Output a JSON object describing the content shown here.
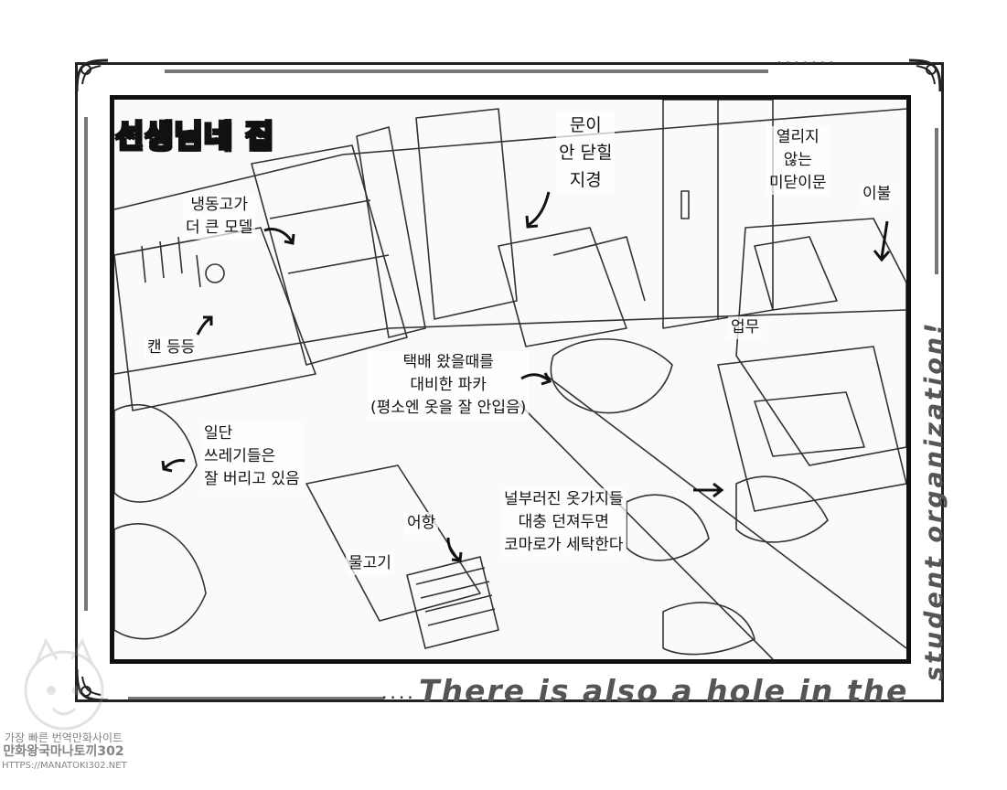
{
  "page": {
    "title": "선생님네 집",
    "caption_bottom": "There is also a hole in the",
    "caption_side": "student organization!",
    "dots_left": "....",
    "dots_top": ".......",
    "watermark": {
      "line1": "가장 빠른 번역만화사이트",
      "line2": "만화왕국마나토끼302",
      "line3": "HTTPS://MANATOKI302.NET"
    }
  },
  "notes": {
    "freezer": "냉동고가\n더 큰 모델",
    "door": "문이\n안 닫힐\n지경",
    "sliding_door": "열리지\n않는\n미닫이문",
    "blanket": "이불",
    "cans": "캔 등등",
    "work": "업무",
    "parka": "택배 왔을때를\n대비한 파카\n(평소엔 옷을 잘 안입음)",
    "trash": "일단\n쓰레기들은\n잘 버리고 있음",
    "fishbowl": "어항",
    "fish": "물고기",
    "clothes": "널부러진 옷가지들\n대충 던져두면\n코마로가 세탁한다"
  },
  "icons": {
    "arrow": "curved-arrow-icon",
    "corner": "scroll-ornament-icon"
  },
  "colors": {
    "ink": "#111111",
    "caption_grey": "#555555",
    "paper": "#fafafa"
  }
}
